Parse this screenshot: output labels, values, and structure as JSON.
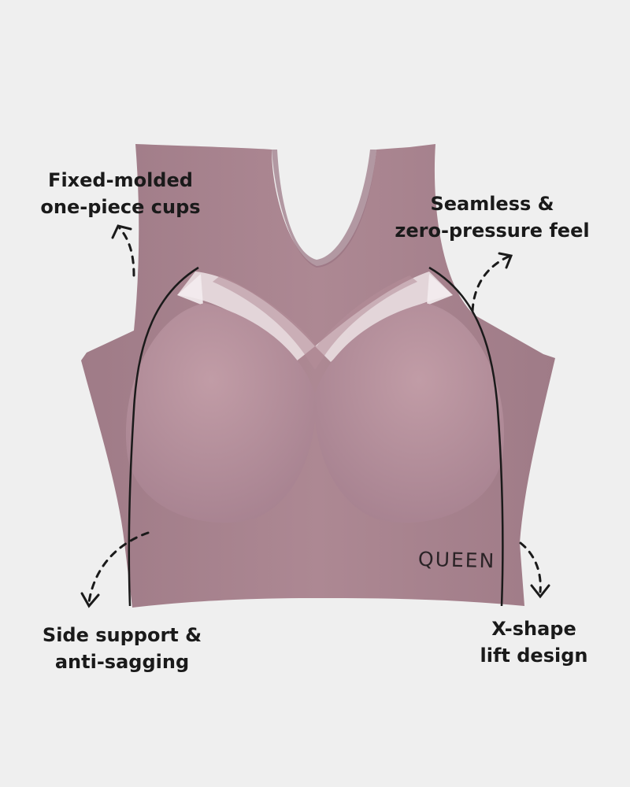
{
  "colors": {
    "background": "#efefef",
    "fabric": "#a9848f",
    "fabric_dark": "#8f6c78",
    "cup": "#b59099",
    "mesh": "#e9dde0",
    "seam": "#1a1a1a",
    "text": "#1a1a1a"
  },
  "callouts": {
    "cups": {
      "line1": "Fixed-molded",
      "line2": "one-piece cups"
    },
    "seamless": {
      "line1": "Seamless &",
      "line2": "zero-pressure feel"
    },
    "side": {
      "line1": "Side support &",
      "line2": "anti-sagging"
    },
    "xshape": {
      "line1": "X-shape",
      "line2": "lift design"
    }
  },
  "garment": {
    "brand_print": "QUEEN"
  },
  "icons": [
    "dashed-arrow-up-icon",
    "dashed-arrow-down-icon"
  ]
}
